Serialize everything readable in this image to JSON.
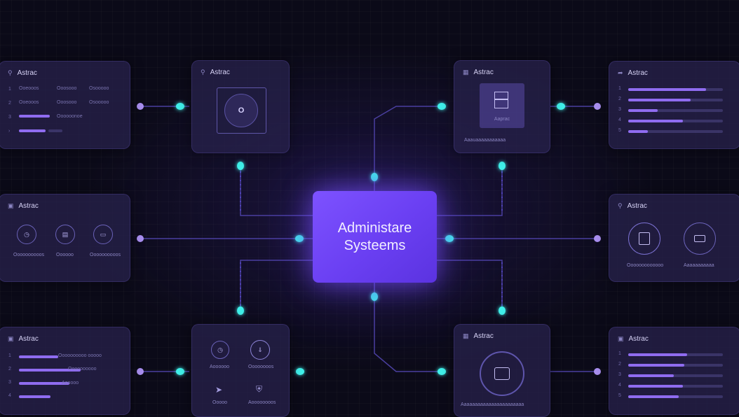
{
  "hub": {
    "title": "Administare\nSysteems"
  },
  "cards": {
    "top_left": {
      "title": "Astrac",
      "cells": [
        "Ooeooos",
        "Ooosooo",
        "Osooooo",
        "Oooooonoe"
      ]
    },
    "top_center_left": {
      "title": "Astrac",
      "icon_glyph": "O"
    },
    "top_center_right": {
      "title": "Astrac",
      "panel_label": "Aaprac",
      "footer": "Aaauaaaaaaaaaaa"
    },
    "top_right": {
      "title": "Astrac",
      "progress": [
        0.82,
        0.66,
        0.31,
        0.58,
        0.21
      ]
    },
    "middle_left": {
      "title": "Astrac",
      "labels": [
        "Oooooooooos",
        "Oooooo",
        "Oooooooooos"
      ]
    },
    "middle_right": {
      "title": "Astrac",
      "labels": [
        "Ooooooooooooo",
        "Aaaaaaaaaaa"
      ]
    },
    "bottom_left": {
      "title": "Astrac",
      "labels": [
        "Oooooooooo ooooo",
        "Oooooooooo",
        "Aooooo"
      ],
      "progress": [
        0.35,
        0.55,
        0.45,
        0.28
      ]
    },
    "bottom_center_left": {
      "title": "",
      "labels": [
        "Aoooooo",
        "Oooooooos",
        "Ooooo",
        "Aoooooooos"
      ]
    },
    "bottom_center_right": {
      "title": "Astrac",
      "footer": "Aaaaaaaaaaaaaaaaaaaaaaa"
    },
    "bottom_right": {
      "title": "Astrac",
      "progress": [
        0.62,
        0.59,
        0.48,
        0.58,
        0.53
      ]
    }
  },
  "colors": {
    "accent": "#7b54ff",
    "node_glow": "#3ff0ea",
    "endpoint": "#a98ff0",
    "wire": "#4a3fa0"
  }
}
